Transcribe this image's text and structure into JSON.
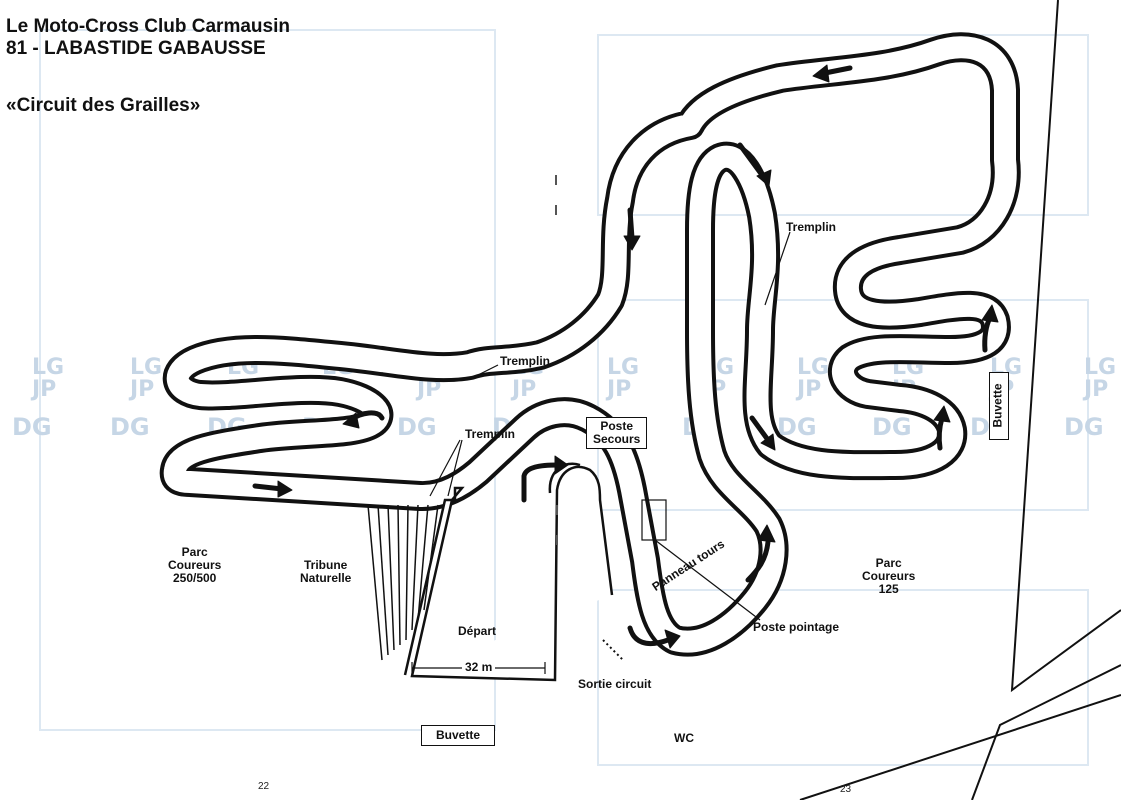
{
  "header": {
    "club_name": "Le Moto-Cross Club Carmausin",
    "location": "81 - LABASTIDE GABAUSSE",
    "circuit_name": "«Circuit des Grailles»"
  },
  "labels": {
    "tremplin_1": "Tremplin",
    "tremplin_2": "Tremplin",
    "tremplin_3": "Tremplin",
    "poste_secours_line1": "Poste",
    "poste_secours_line2": "Secours",
    "parc_coureurs_left_line1": "Parc",
    "parc_coureurs_left_line2": "Coureurs",
    "parc_coureurs_left_line3": "250/500",
    "tribune_line1": "Tribune",
    "tribune_line2": "Naturelle",
    "depart": "Départ",
    "distance": "32 m",
    "sortie_circuit": "Sortie circuit",
    "panneau_tours": "Panneau tours",
    "poste_pointage": "Poste pointage",
    "parc_coureurs_right_line1": "Parc",
    "parc_coureurs_right_line2": "Coureurs",
    "parc_coureurs_right_line3": "125",
    "buvette_right": "Buvette",
    "buvette_bottom": "Buvette",
    "wc": "WC"
  },
  "watermark": {
    "top_text": "LG",
    "mid_text": "JP",
    "bottom_text": "DG"
  },
  "pages": {
    "left": "22",
    "right": "23"
  },
  "colors": {
    "ink": "#111111",
    "show_through": "#c6d6e6",
    "watermark": "#c6d6e6"
  }
}
